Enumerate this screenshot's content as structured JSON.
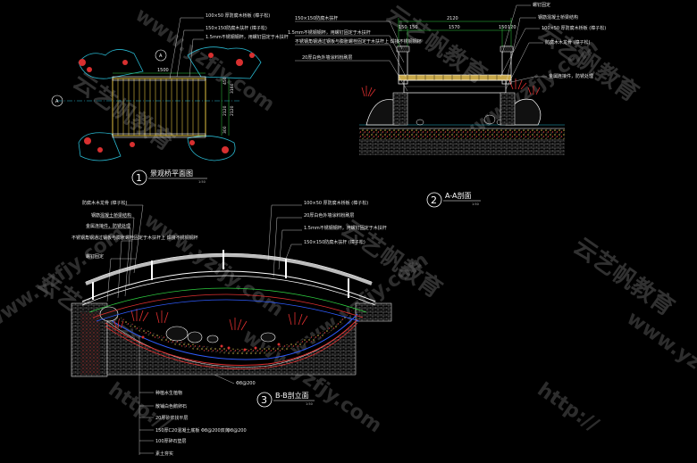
{
  "plan": {
    "title": "景观桥平面图",
    "number": "1",
    "scale": "1:50",
    "section_mark": "A",
    "labels": [
      "100×50 厚防腐木桥板 (樟子松)",
      "150×150防腐木扶杆 (樟子松)",
      "1.5mm不锈钢钢杯，用螺钉固定于木扶杆"
    ],
    "dims": {
      "width": "1500",
      "h1": "450",
      "h2": "2120",
      "h3": "2120",
      "h4": "3160",
      "h5": "300"
    }
  },
  "section_a": {
    "title": "A-A剖面",
    "number": "2",
    "scale": "1:50",
    "labels_left": [
      "150×150防腐木扶杆",
      "1.5mm不锈钢钢杯，用螺钉固定于木扶杆",
      "不锈钢角钢通过钢板与膨胀螺栓固定于木扶杆上 焊接不锈钢钢杯",
      "20厚白色外墙涂料粉刷层"
    ],
    "labels_right": [
      "螺钉固定",
      "钢筋混凝土桥梁结构",
      "100×50 厚防腐木桥板 (樟子松)",
      "防腐木木龙骨 (樟子松)",
      "金属连接件，防锈处理"
    ],
    "dims": {
      "total": "2120",
      "inner": "1570",
      "left": "150",
      "left2": "150",
      "right": "150",
      "right2": "120"
    }
  },
  "section_b": {
    "title": "B-B剖立面",
    "number": "3",
    "scale": "1:50",
    "labels_left": [
      "防腐木木龙骨 (樟子松)",
      "钢筋混凝土桥梁结构",
      "金属连接件，防锈处理",
      "不锈钢角钢通过钢板与膨胀螺栓固定于木扶杆上 焊接不锈钢钢杯",
      "螺钉固定"
    ],
    "labels_right": [
      "100×50 厚防腐木桥板 (樟子松)",
      "20厚白色外墙涂料粉刷层",
      "1.5mm不锈钢钢杯，用螺钉固定于木扶杆",
      "150×150防腐木扶杆 (樟子松)"
    ],
    "labels_bottom": [
      "种植水生植物",
      "散铺白色鹅卵石",
      "20厚砂浆找平层",
      "150厚C20混凝土底板 Φ8@200双向",
      "100厚碎石垫层",
      "素土夯实"
    ],
    "rebar_1": "Φ8@200",
    "rebar_2": "Φ8@200"
  },
  "watermarks": [
    "云艺帆教育",
    "www.yzfjy.com",
    "http://"
  ]
}
